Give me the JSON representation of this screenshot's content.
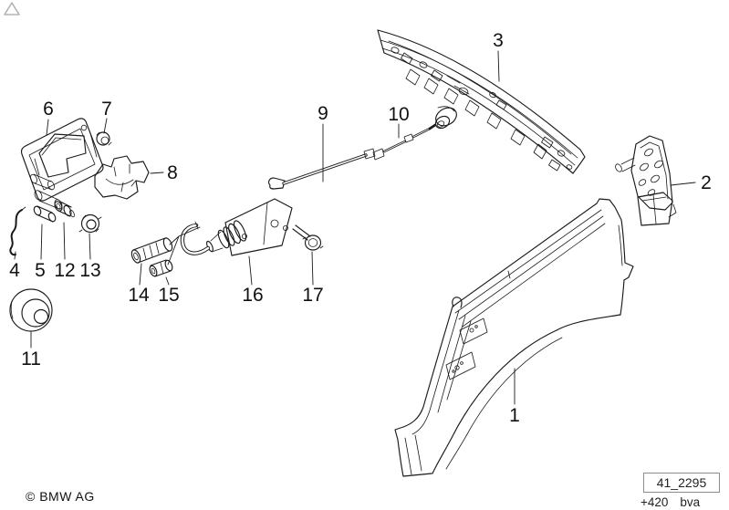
{
  "footer": {
    "copyright": "© BMW AG",
    "diagram_code": "41_2295",
    "change_index": "+420",
    "version_code": "bva"
  },
  "colors": {
    "line": "#1a1a1a",
    "background": "#ffffff",
    "footer_box_border": "#8c8c8c",
    "change_triangle": "#b3b3b3"
  },
  "callouts": [
    {
      "label": "1"
    },
    {
      "label": "2"
    },
    {
      "label": "3"
    },
    {
      "label": "4"
    },
    {
      "label": "5"
    },
    {
      "label": "6"
    },
    {
      "label": "7"
    },
    {
      "label": "8"
    },
    {
      "label": "9"
    },
    {
      "label": "10"
    },
    {
      "label": "11"
    },
    {
      "label": "12"
    },
    {
      "label": "13"
    },
    {
      "label": "14"
    },
    {
      "label": "15"
    },
    {
      "label": "16"
    },
    {
      "label": "17"
    }
  ]
}
